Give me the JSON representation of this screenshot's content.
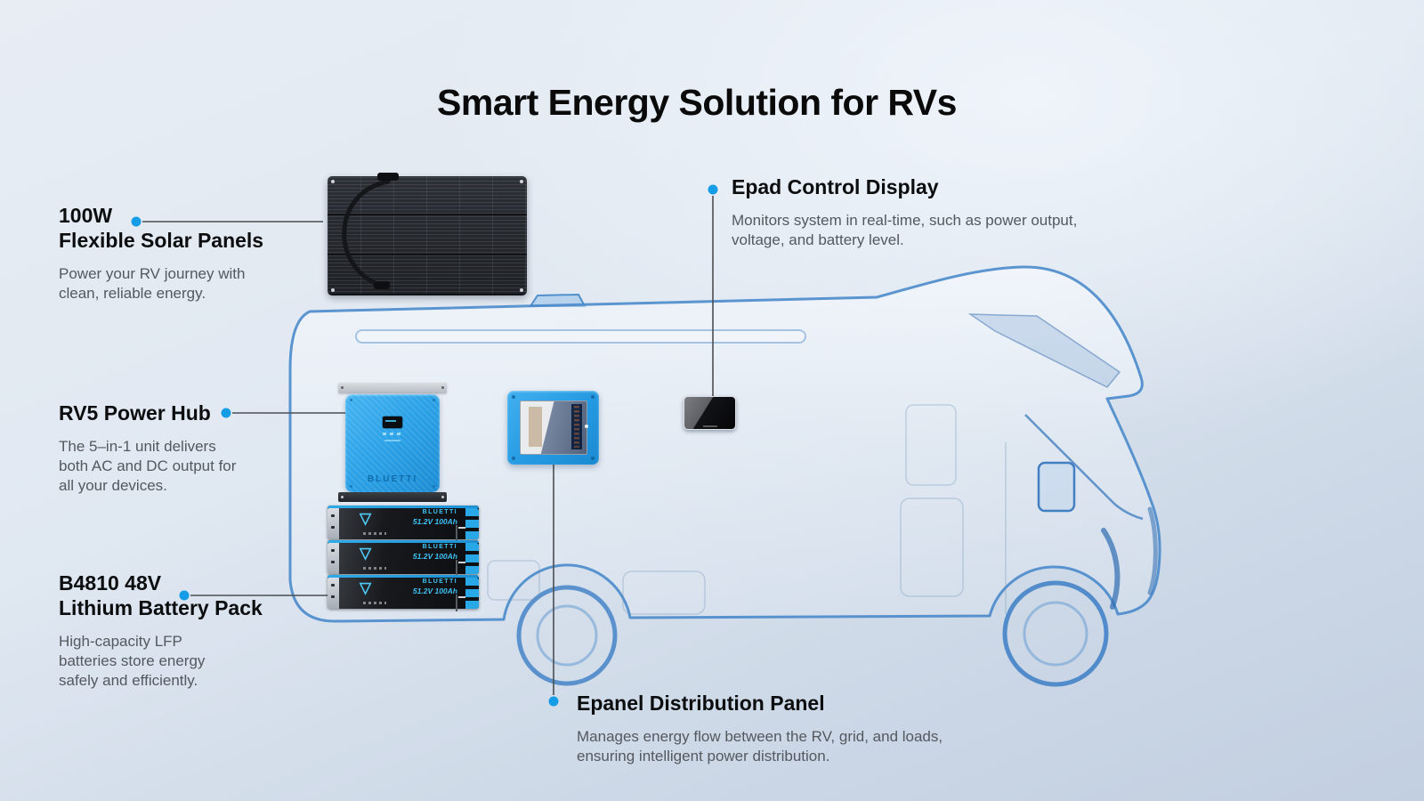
{
  "title": "Smart Energy Solution for RVs",
  "theme": {
    "accent": "#149de6",
    "rv_line_blue": "#3f82c8",
    "heading_color": "#0c0d0e",
    "body_text_color": "#54585f",
    "product_blue": "#2aa1e7"
  },
  "callouts": {
    "solar_panels": {
      "heading": "100W\nFlexible Solar Panels",
      "description": "Power your RV journey with\nclean, reliable energy."
    },
    "power_hub": {
      "heading": "RV5 Power Hub",
      "description": "The 5–in-1 unit delivers\nboth AC and DC output for\nall your devices."
    },
    "battery": {
      "heading": "B4810 48V\nLithium Battery Pack",
      "description": "High-capacity LFP\nbatteries store energy\nsafely and efficiently."
    },
    "epad": {
      "heading": "Epad Control Display",
      "description": "Monitors system in real-time, such as power output,\nvoltage, and battery level."
    },
    "epanel": {
      "heading": "Epanel Distribution Panel",
      "description": "Manages energy flow between the RV, grid, and loads,\nensuring intelligent power distribution."
    }
  },
  "products": {
    "power_hub": {
      "brand": "BLUETTI"
    },
    "battery": {
      "brand": "BLUETTI",
      "spec": "51.2V 100Ah",
      "logo_glyph": "▽"
    }
  }
}
